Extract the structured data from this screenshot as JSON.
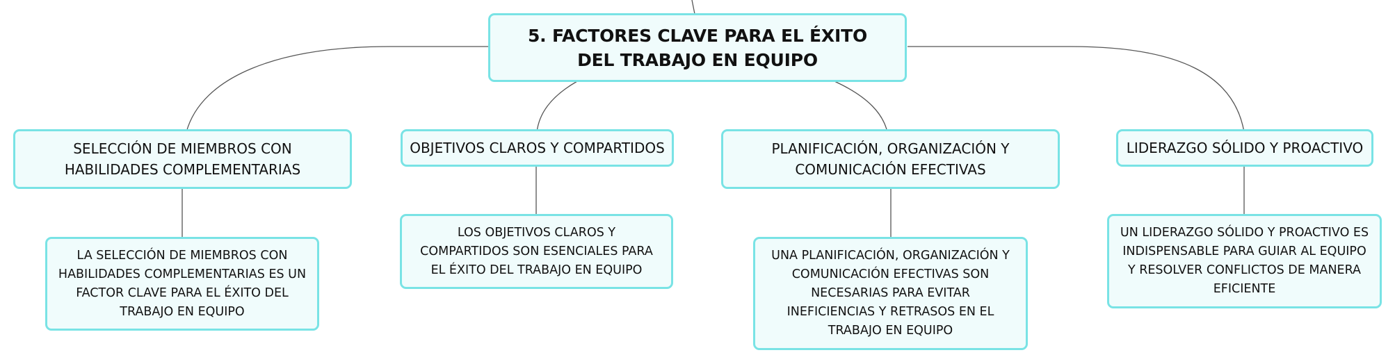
{
  "central": {
    "title": "5. FACTORES CLAVE PARA EL ÉXITO DEL TRABAJO EN EQUIPO"
  },
  "branches": [
    {
      "title": "SELECCIÓN DE MIEMBROS CON HABILIDADES COMPLEMENTARIAS",
      "detail": "LA SELECCIÓN DE MIEMBROS CON HABILIDADES COMPLEMENTARIAS ES UN FACTOR CLAVE PARA EL ÉXITO DEL TRABAJO EN EQUIPO"
    },
    {
      "title": "OBJETIVOS CLAROS Y COMPARTIDOS",
      "detail": "LOS OBJETIVOS CLAROS Y COMPARTIDOS SON ESENCIALES PARA EL ÉXITO DEL TRABAJO EN EQUIPO"
    },
    {
      "title": "PLANIFICACIÓN, ORGANIZACIÓN Y COMUNICACIÓN EFECTIVAS",
      "detail": "UNA PLANIFICACIÓN, ORGANIZACIÓN Y COMUNICACIÓN EFECTIVAS SON NECESARIAS PARA EVITAR INEFICIENCIAS Y RETRASOS EN EL TRABAJO EN EQUIPO"
    },
    {
      "title": "LIDERAZGO SÓLIDO Y PROACTIVO",
      "detail": "UN LIDERAZGO SÓLIDO Y PROACTIVO ES INDISPENSABLE PARA GUIAR AL EQUIPO Y RESOLVER CONFLICTOS DE MANERA EFICIENTE"
    }
  ],
  "colors": {
    "node_fill": "#f0fcfc",
    "node_border": "#79e3e5",
    "connector": "#555555"
  }
}
